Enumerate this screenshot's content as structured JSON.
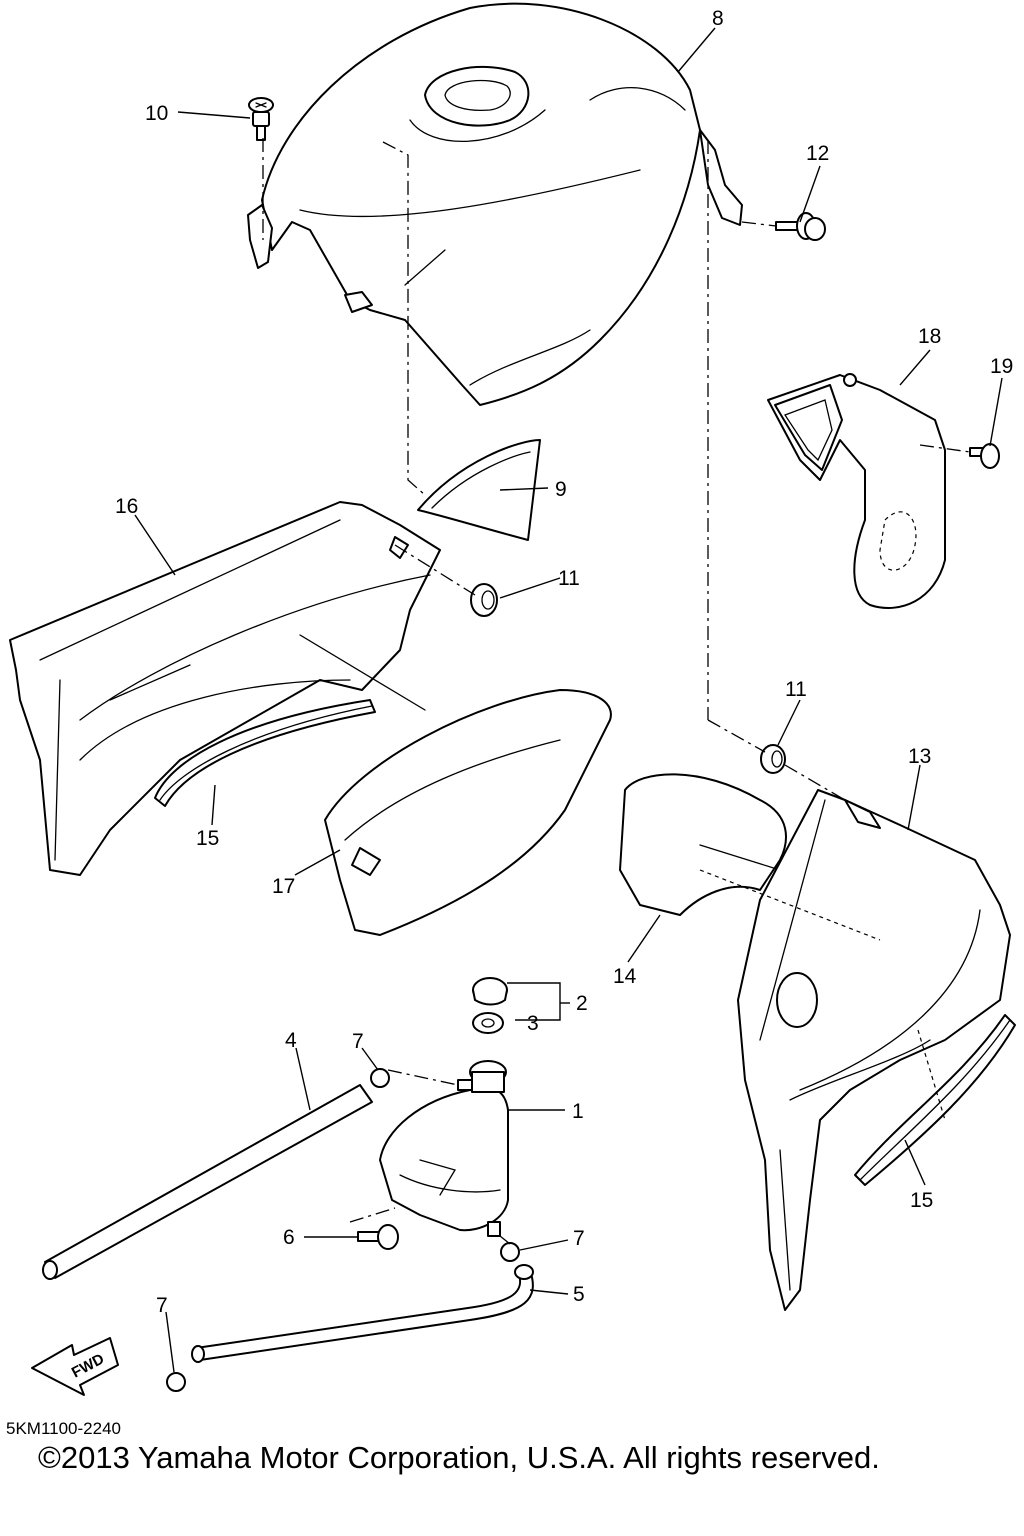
{
  "diagram": {
    "code": "5KM1100-2240",
    "copyright": "©2013 Yamaha Motor Corporation, U.S.A. All rights reserved.",
    "fwd_label": "FWD",
    "callouts": [
      "1",
      "2",
      "3",
      "4",
      "5",
      "6",
      "7",
      "7",
      "7",
      "8",
      "9",
      "10",
      "11",
      "11",
      "12",
      "13",
      "14",
      "15",
      "15",
      "16",
      "17",
      "18",
      "19"
    ]
  }
}
